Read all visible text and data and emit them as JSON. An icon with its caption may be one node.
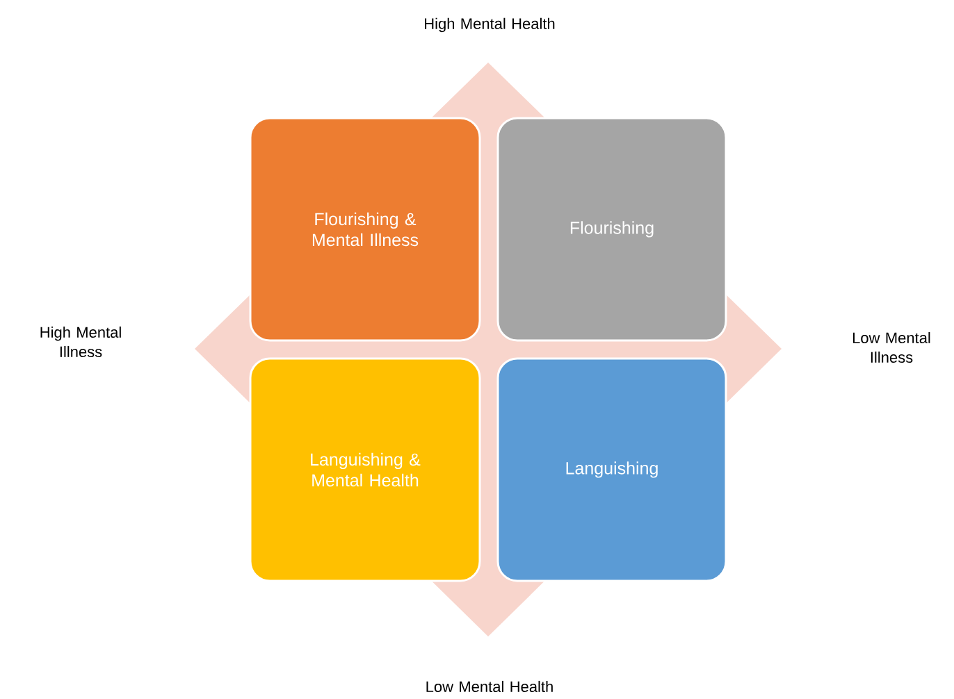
{
  "diagram": {
    "nodes": [
      {
        "text": [
          "Flourishing & Mental Illness"
        ]
      },
      {
        "text": [
          "Flourishing"
        ]
      },
      {
        "text": [
          "Languishing & Mental Health"
        ]
      },
      {
        "text": [
          "Languishing"
        ]
      }
    ],
    "labels": [
      "High Mental Health",
      "High Mental Illness",
      "Low Mental Illness",
      "Low Mental Health"
    ]
  }
}
